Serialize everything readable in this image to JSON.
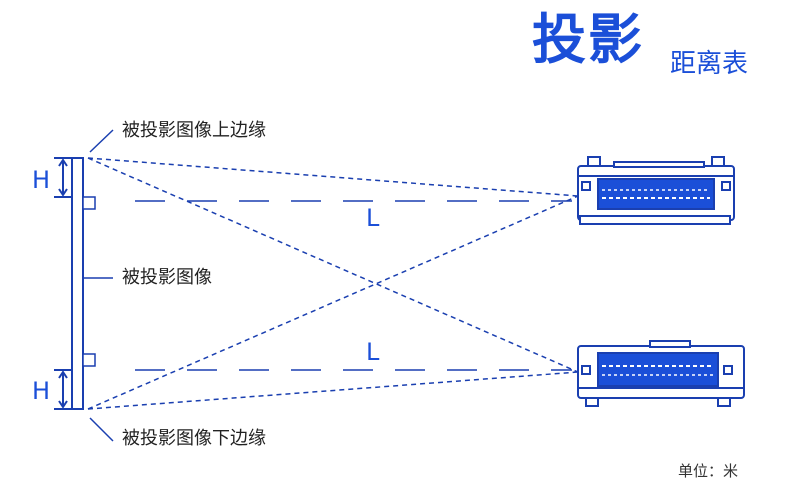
{
  "title": {
    "main": "投影",
    "sub": "距离表"
  },
  "labels": {
    "top_edge": "被投影图像上边缘",
    "center": "被投影图像",
    "bottom_edge": "被投影图像下边缘"
  },
  "letters": {
    "h": "H",
    "l": "L"
  },
  "unit": "单位：米",
  "colors": {
    "accent": "#1b4fd8",
    "line": "#1a3fb0",
    "text": "#222222"
  }
}
